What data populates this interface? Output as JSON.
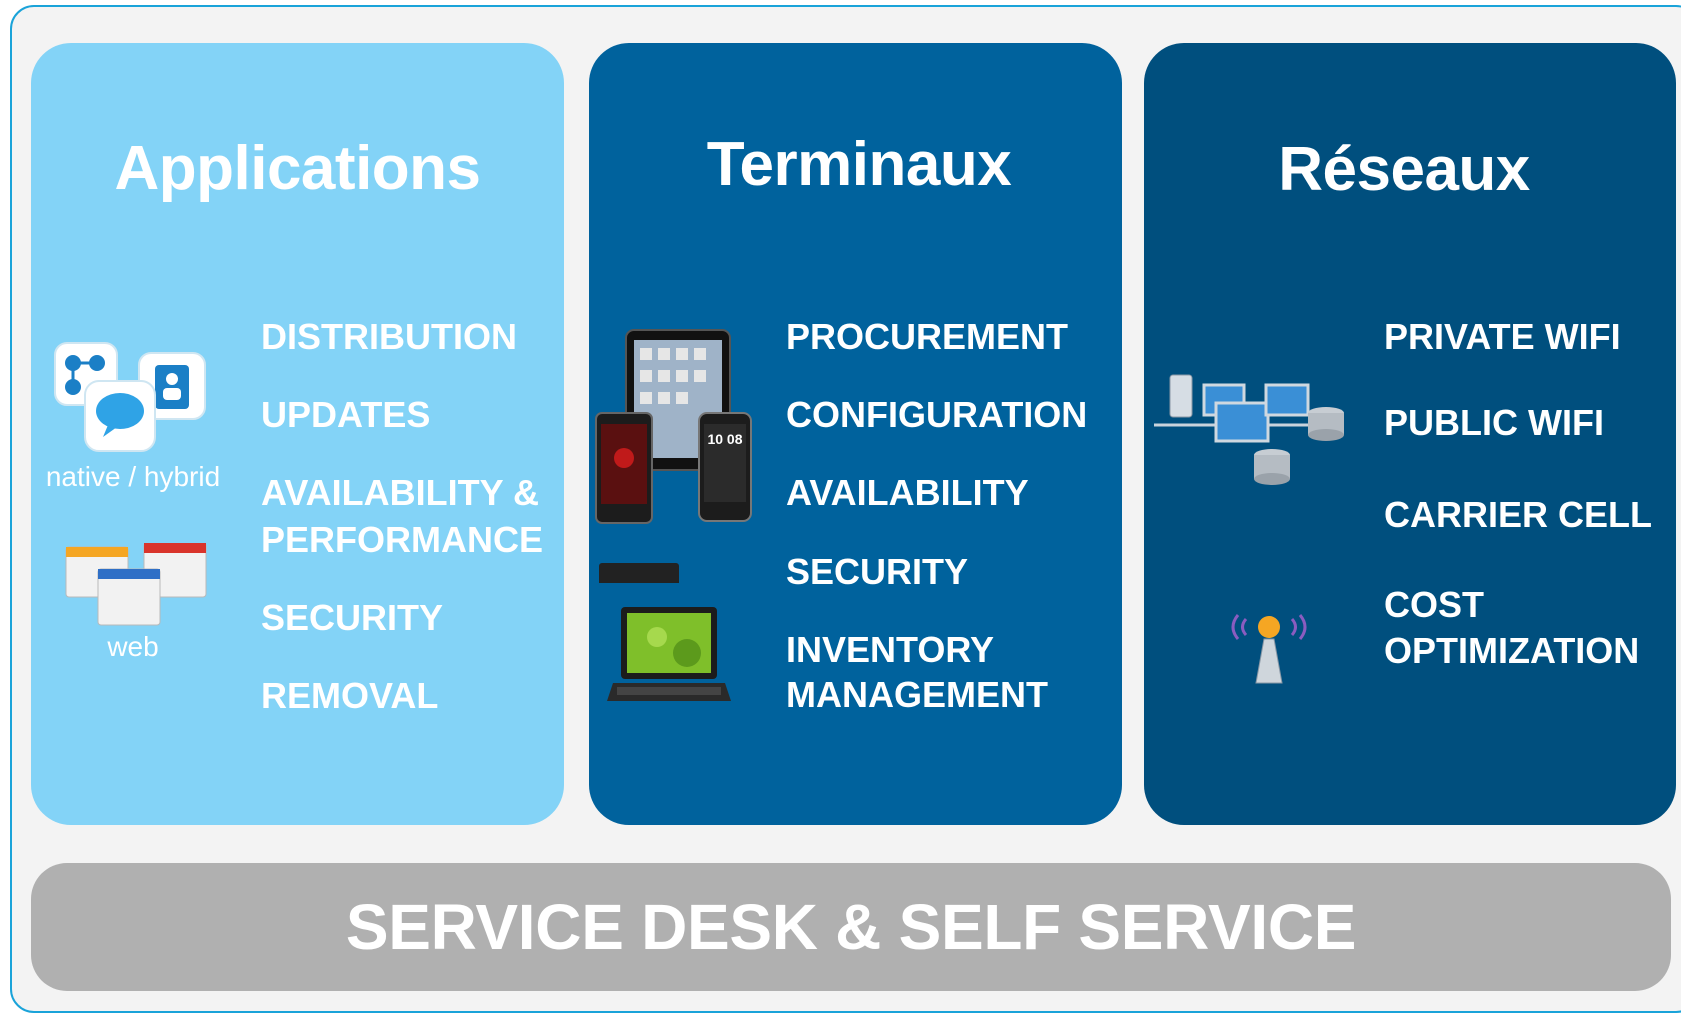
{
  "panels": [
    {
      "title": "Applications",
      "items": [
        "DISTRIBUTION",
        "UPDATES",
        "AVAILABILITY &",
        "PERFORMANCE",
        "SECURITY",
        "REMOVAL"
      ],
      "captions": [
        "native / hybrid",
        "web"
      ]
    },
    {
      "title": "Terminaux",
      "items": [
        "PROCUREMENT",
        "CONFIGURATION",
        "AVAILABILITY",
        "SECURITY",
        "INVENTORY",
        "MANAGEMENT"
      ],
      "phone_time": "10 08"
    },
    {
      "title": "Réseaux",
      "items": [
        "PRIVATE WIFI",
        "PUBLIC WIFI",
        "CARRIER CELL",
        "COST",
        "OPTIMIZATION"
      ]
    }
  ],
  "footer": {
    "label": "SERVICE DESK & SELF SERVICE"
  },
  "colors": {
    "applications": "#83d3f7",
    "terminaux": "#00629d",
    "reseaux": "#004f7e",
    "footer": "#b0b0b0",
    "border": "#1aa3d9"
  }
}
